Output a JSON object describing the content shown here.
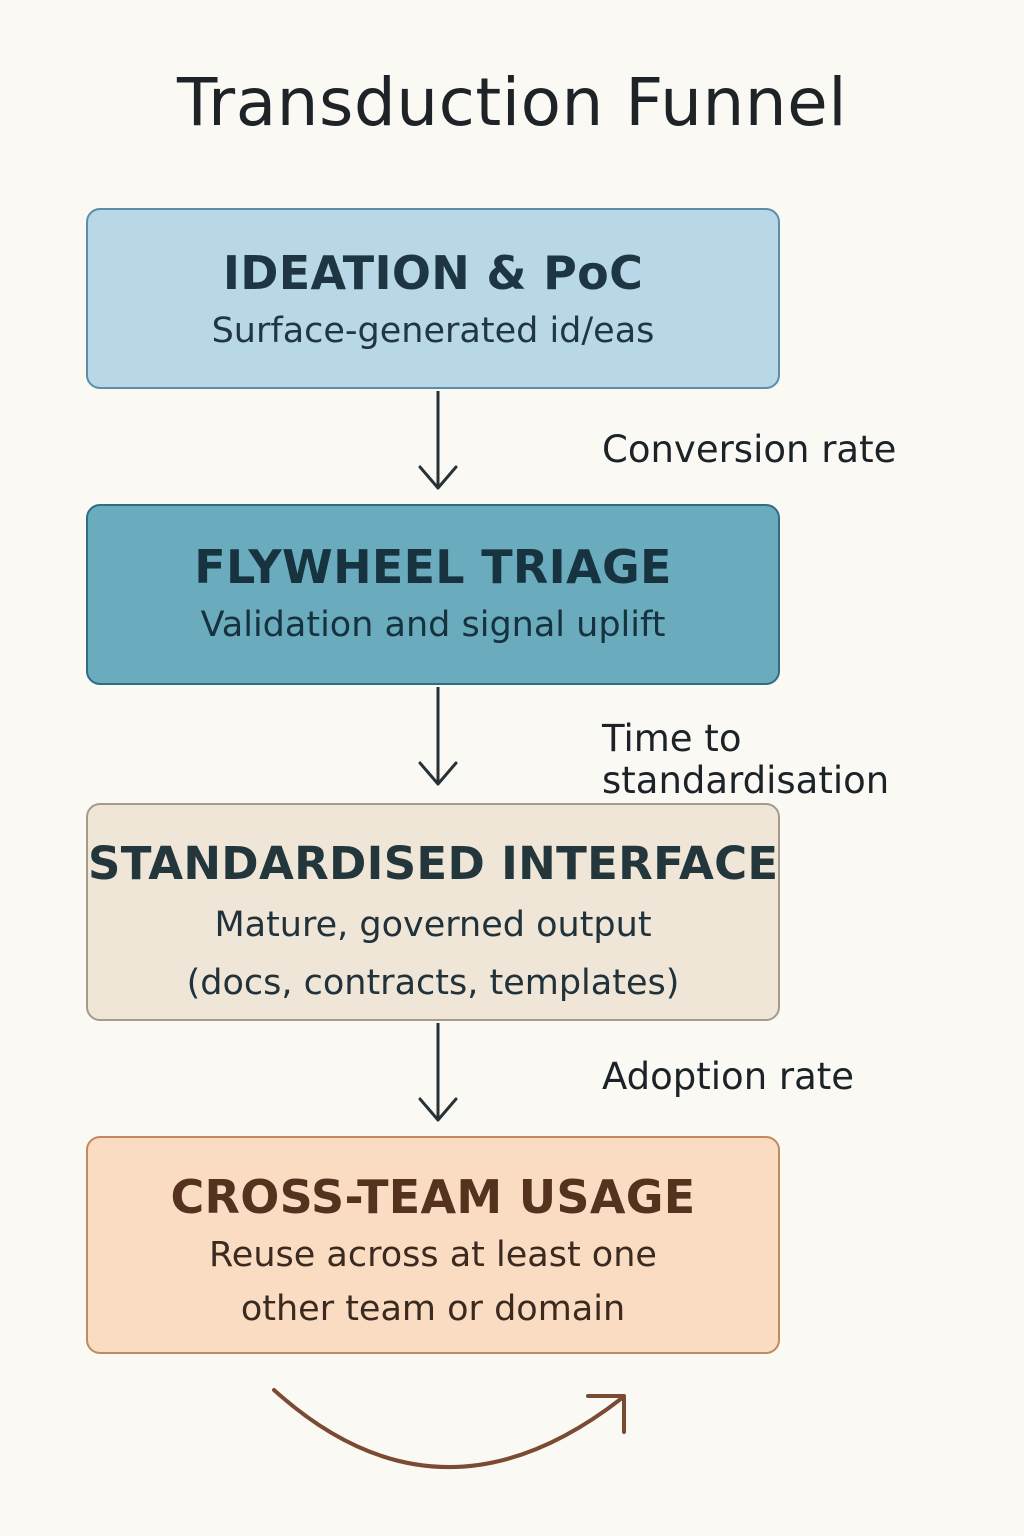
{
  "title": "Transduction Funnel",
  "stages": [
    {
      "heading": "IDEATION & PoC",
      "description_lines": [
        "Surface-generated id/eas"
      ],
      "fill_color": "#b8d8e8"
    },
    {
      "heading": "FLYWHEEL TRIAGE",
      "description_lines": [
        "Validation and signal uplift"
      ],
      "fill_color": "#6aacbd"
    },
    {
      "heading": "STANDARDISED INTERFACE",
      "description_lines": [
        "Mature, governed output",
        "(docs, contracts, templates)"
      ],
      "fill_color": "#efe6d8"
    },
    {
      "heading": "CROSS-TEAM USAGE",
      "description_lines": [
        "Reuse across at least one",
        "other team or domain"
      ],
      "fill_color": "#f9dcc2"
    }
  ],
  "transitions": [
    {
      "label_lines": [
        "Conversion rate"
      ]
    },
    {
      "label_lines": [
        "Time to",
        "standardisation"
      ]
    },
    {
      "label_lines": [
        "Adoption rate"
      ]
    }
  ],
  "colors": {
    "connector": "#263238",
    "cycle_arrow": "#7a4a33"
  },
  "icons": {
    "connector": "arrow-down-icon",
    "cycle": "curved-arrow-icon"
  }
}
